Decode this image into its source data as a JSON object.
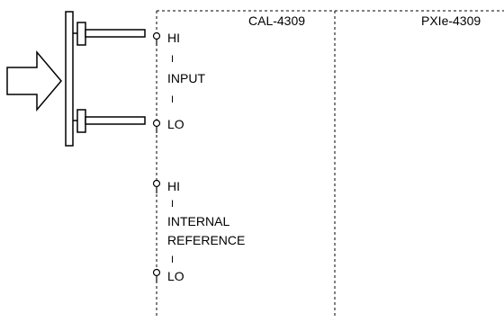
{
  "figure": {
    "module_labels": {
      "cal": "CAL-4309",
      "pxie": "PXIe-4309"
    },
    "input_terminal": {
      "hi": "HI",
      "name": "INPUT",
      "lo": "LO",
      "divider": "I"
    },
    "reference_terminal": {
      "hi": "HI",
      "name_line1": "INTERNAL",
      "name_line2": "REFERENCE",
      "lo": "LO",
      "divider": "I"
    }
  },
  "colors": {
    "line": "#000000",
    "background": "#ffffff"
  }
}
